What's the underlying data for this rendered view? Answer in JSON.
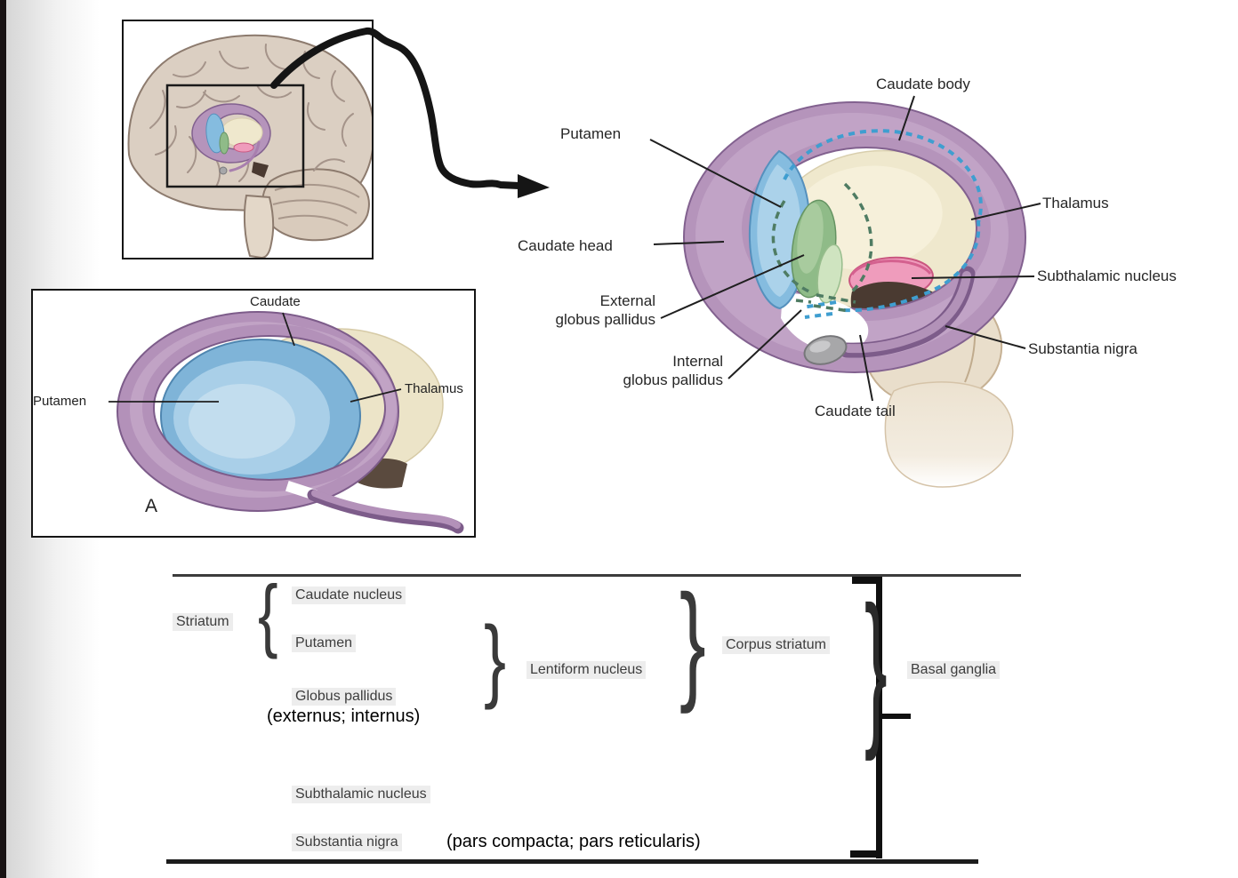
{
  "panel_a": {
    "caudate": "Caudate",
    "putamen": "Putamen",
    "thalamus": "Thalamus",
    "letter": "A"
  },
  "main": {
    "caudate_body": "Caudate body",
    "putamen": "Putamen",
    "thalamus": "Thalamus",
    "caudate_head": "Caudate head",
    "subthalamic_nucleus": "Subthalamic nucleus",
    "substantia_nigra": "Substantia nigra",
    "external_gp_l1": "External",
    "external_gp_l2": "globus pallidus",
    "internal_gp_l1": "Internal",
    "internal_gp_l2": "globus pallidus",
    "caudate_tail": "Caudate tail"
  },
  "hierarchy": {
    "striatum": "Striatum",
    "caudate_nucleus": "Caudate nucleus",
    "putamen": "Putamen",
    "globus_pallidus": "Globus pallidus",
    "globus_pallidus_detail": "(externus; internus)",
    "lentiform_nucleus": "Lentiform nucleus",
    "corpus_striatum": "Corpus striatum",
    "basal_ganglia": "Basal ganglia",
    "subthalamic_nucleus": "Subthalamic nucleus",
    "substantia_nigra": "Substantia nigra",
    "substantia_nigra_detail": "(pars compacta; pars reticularis)",
    "brace_open": "{",
    "brace_close": "}"
  },
  "colors": {
    "caudate_purple": "#b594bb",
    "putamen_blue": "#85bcdf",
    "thalamus_cream": "#efe8cd",
    "external_gp_green": "#8fbb88",
    "internal_gp_green": "#cfe4c0",
    "subthalamic_pink": "#ef9cbc",
    "substantia_dark": "#4a3a31",
    "brainstem_beige": "#e9decb",
    "dashed_blue": "#3f9ed0",
    "dashed_green": "#4f7c63"
  }
}
